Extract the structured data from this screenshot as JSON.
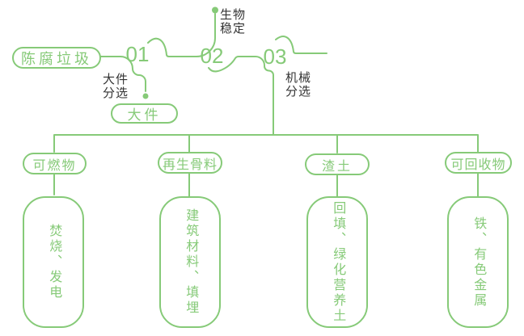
{
  "colors": {
    "green": "#86CA78",
    "ink": "#333333",
    "background": "#FFFFFF"
  },
  "source": {
    "label": "陈腐垃圾"
  },
  "steps": [
    {
      "number": "01",
      "process_line1": "大件",
      "process_line2": "分选",
      "output": "大件"
    },
    {
      "number": "02",
      "process_line1": "生物",
      "process_line2": "稳定"
    },
    {
      "number": "03",
      "process_line1": "机械",
      "process_line2": "分选"
    }
  ],
  "branches": [
    {
      "category": "可燃物",
      "disposal": "焚烧、发电"
    },
    {
      "category": "再生骨料",
      "disposal": "建筑材料、填埋"
    },
    {
      "category": "渣土",
      "disposal": "回填、绿化营养土"
    },
    {
      "category": "可回收物",
      "disposal": "铁、有色金属"
    }
  ]
}
